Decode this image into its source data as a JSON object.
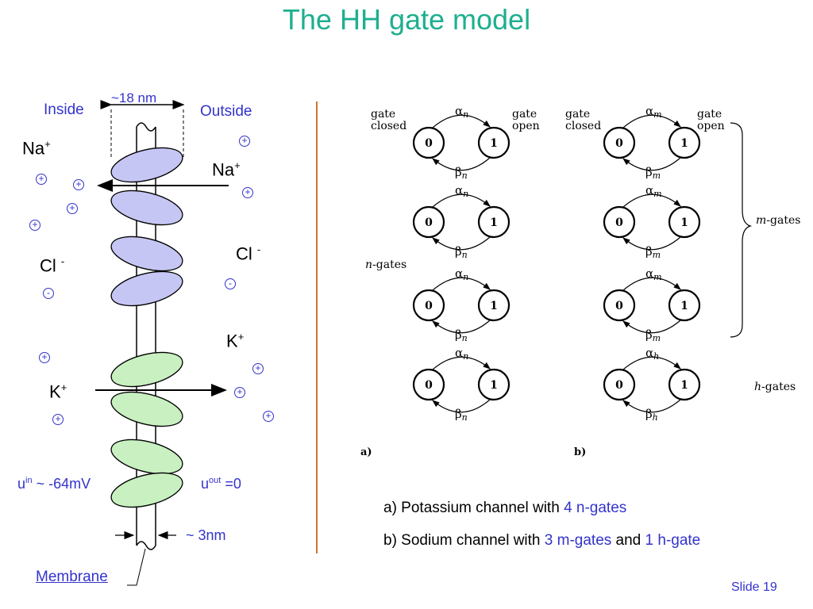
{
  "title": "The HH gate model",
  "left": {
    "width_label": "~18 nm",
    "inside_label": "Inside",
    "outside_label": "Outside",
    "na_in": "Na",
    "na_out": "Na",
    "cl_in": "Cl",
    "cl_out": "Cl",
    "k_in": "K",
    "k_out": "K",
    "plus_sup": "+",
    "minus_sup": "-",
    "u_in": {
      "base": "u",
      "sup": "in",
      "rest": " ~ -64mV"
    },
    "u_out": {
      "base": "u",
      "sup": "out",
      "rest": " =0"
    },
    "pore_label": "~ 3nm",
    "membrane_label": "Membrane",
    "plus_symbol": "+",
    "minus_symbol": "-",
    "colors": {
      "na_gate": "#c6c6f5",
      "k_gate": "#c8f0c0",
      "blue_text": "#3333cc",
      "divider": "#c87a2e"
    }
  },
  "right": {
    "gate_closed": [
      "gate",
      "closed"
    ],
    "gate_open": [
      "gate",
      "open"
    ],
    "state0": "0",
    "state1": "1",
    "n_alpha": "α",
    "n_alpha_sub": "n",
    "n_beta": "β",
    "n_beta_sub": "n",
    "m_alpha": "α",
    "m_alpha_sub": "m",
    "m_beta": "β",
    "m_beta_sub": "m",
    "h_alpha": "α",
    "h_alpha_sub": "h",
    "h_beta": "β",
    "h_beta_sub": "h",
    "n_gates": {
      "italic": "n",
      "rest": "-gates"
    },
    "m_gates": {
      "italic": "m",
      "rest": "-gates"
    },
    "h_gates": {
      "italic": "h",
      "rest": "-gates"
    },
    "panel_a": "a)",
    "panel_b": "b)"
  },
  "captions": {
    "a_prefix": "a) Potassium channel with ",
    "a_highlight": "4 n-gates",
    "b_prefix": "b) Sodium channel with ",
    "b_highlight1": "3 m-gates",
    "b_middle": " and ",
    "b_highlight2": "1 h-gate"
  },
  "slide_number": "Slide 19"
}
